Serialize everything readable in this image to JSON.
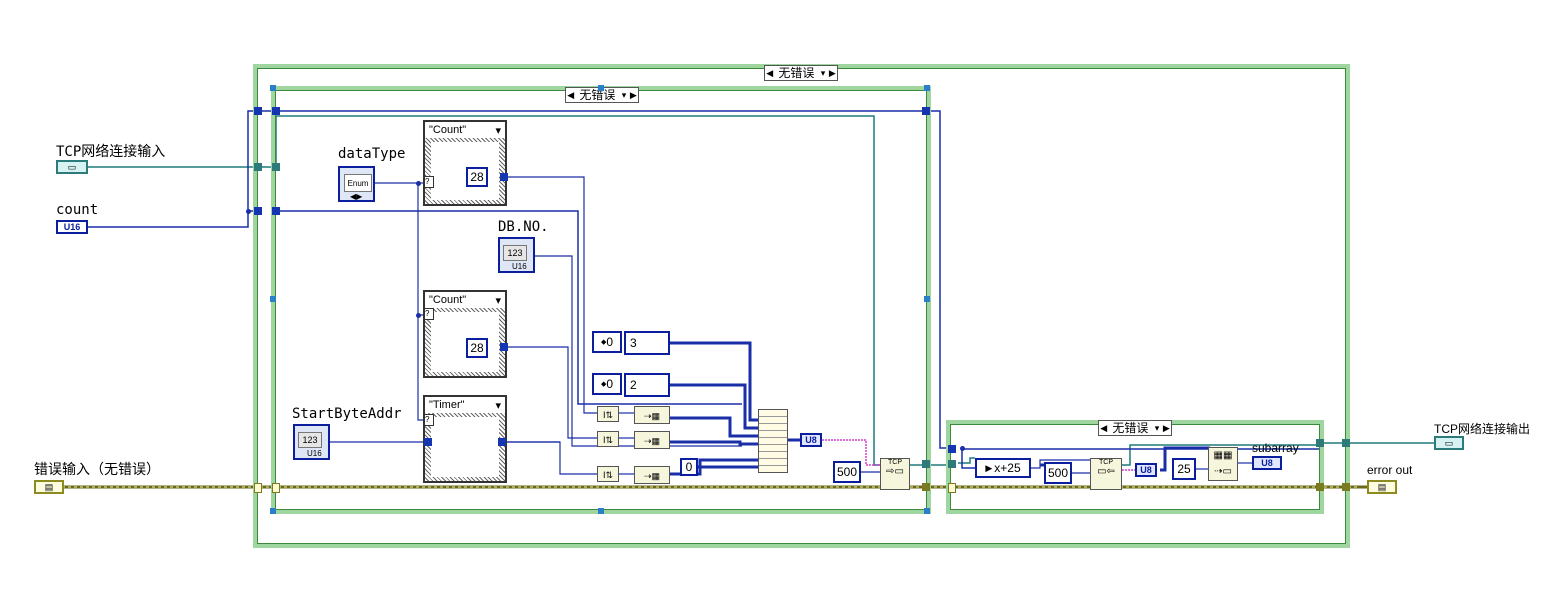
{
  "outer_case": {
    "selector": "无错误"
  },
  "inner_case": {
    "selector": "无错误"
  },
  "right_case": {
    "selector": "无错误"
  },
  "inputs": {
    "tcp_in": "TCP网络连接输入",
    "count": "count",
    "count_type": "U16",
    "error_in": "错误输入（无错误）"
  },
  "controls": {
    "dataType": "dataType",
    "dataType_enum": "Enum",
    "db_no": "DB.NO.",
    "db_no_type": "U16",
    "startByteAddr": "StartByteAddr",
    "startByteAddr_type": "U16",
    "numeric_glyph": "123"
  },
  "case_structs": {
    "case1": "\"Count\"",
    "case1_value": "28",
    "case2": "\"Count\"",
    "case2_value": "28",
    "case3": "\"Timer\""
  },
  "constants": {
    "arr1_index": "0",
    "arr1_value": "3",
    "arr2_index": "0",
    "arr2_value": "2",
    "zero": "0",
    "timeout1": "500",
    "timeout2": "500",
    "x_plus": "x+25",
    "len": "25",
    "u8": "U8"
  },
  "outputs": {
    "subarray": "subarray",
    "subarray_type": "U8",
    "tcp_out": "TCP网络连接输出",
    "error_out": "error out"
  }
}
